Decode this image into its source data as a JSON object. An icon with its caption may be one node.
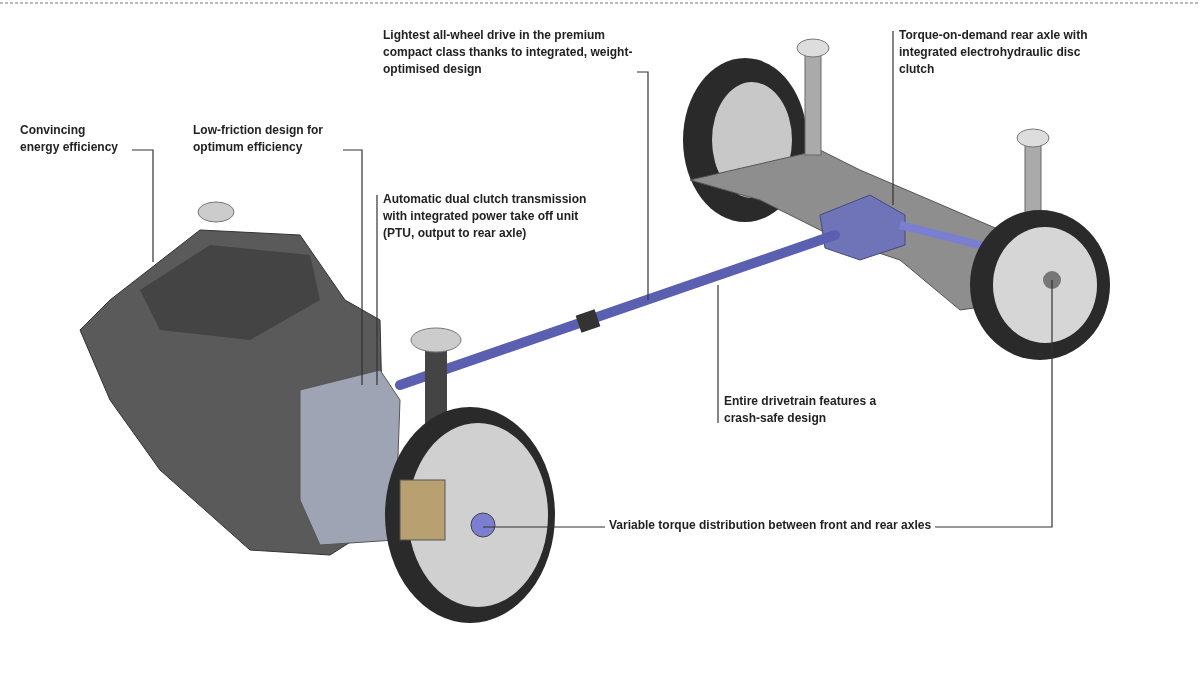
{
  "diagram": {
    "nodes": [
      {
        "text": [
          "Convincing energy efficiency"
        ]
      },
      {
        "text": [
          "Low-friction design for optimum efficiency"
        ]
      },
      {
        "text": [
          "Lightest all-wheel drive in the premium compact class thanks to integrated, weight-optimised design"
        ]
      },
      {
        "text": [
          "Automatic dual clutch transmission with integrated power take off unit (PTU, output to rear axle)"
        ]
      },
      {
        "text": [
          "Torque-on-demand rear axle with integrated electrohydraulic disc clutch"
        ]
      },
      {
        "text": [
          "Entire drivetrain features a crash-safe design"
        ]
      },
      {
        "text": [
          "Variable torque distribution between front and rear axles"
        ]
      }
    ],
    "edges": [
      {
        "from": 0,
        "to": null,
        "arrow": "none"
      },
      {
        "from": 1,
        "to": null,
        "arrow": "none"
      },
      {
        "from": 2,
        "to": null,
        "arrow": "none"
      },
      {
        "from": 3,
        "to": null,
        "arrow": "none"
      },
      {
        "from": 4,
        "to": null,
        "arrow": "none"
      },
      {
        "from": 5,
        "to": null,
        "arrow": "none"
      },
      {
        "from": 6,
        "to": null,
        "arrow": "none"
      },
      {
        "from": 6,
        "to": null,
        "arrow": "none"
      }
    ]
  }
}
